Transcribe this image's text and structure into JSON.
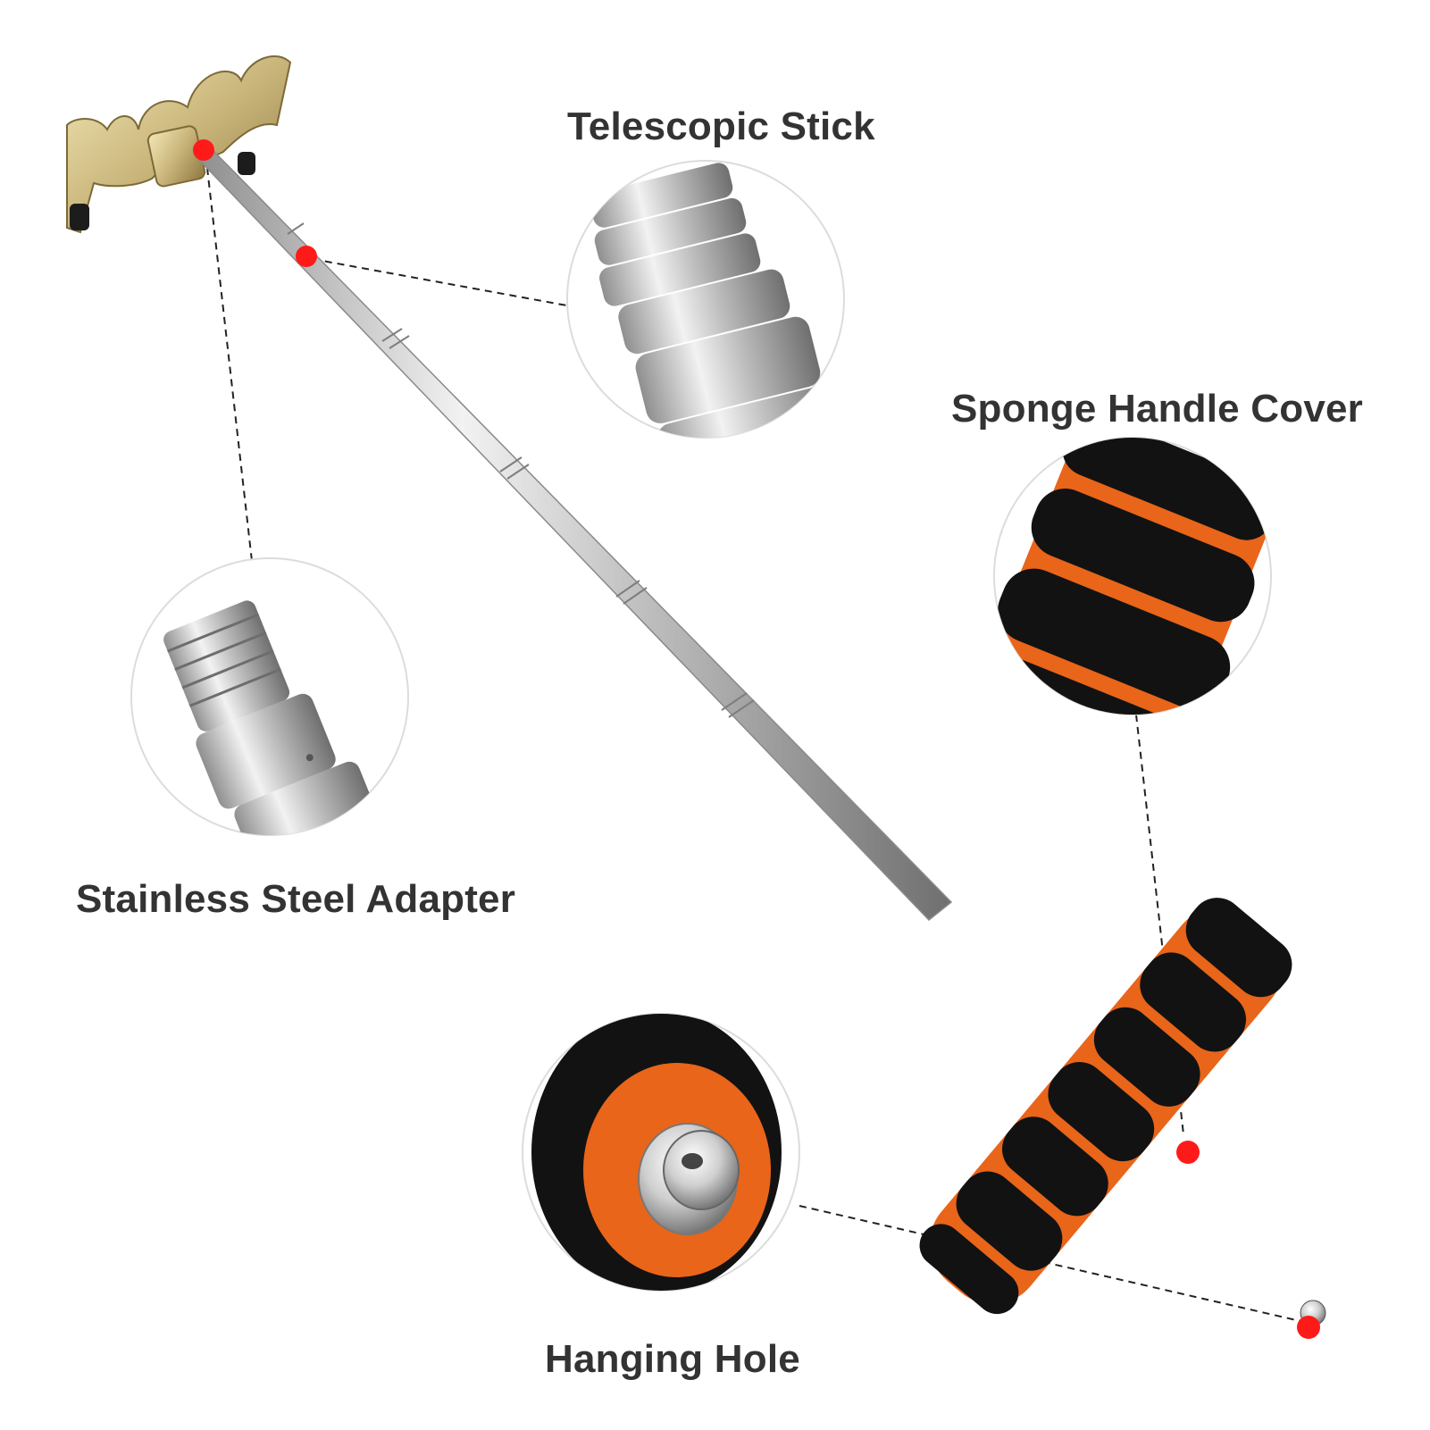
{
  "labels": {
    "telescopic_stick": "Telescopic Stick",
    "sponge_handle_cover": "Sponge Handle Cover",
    "stainless_steel_adapter": "Stainless Steel Adapter",
    "hanging_hole": "Hanging Hole"
  },
  "colors": {
    "background": "#ffffff",
    "label_text": "#333333",
    "callout_dot": "#ff1a1a",
    "foam_black": "#111111",
    "foam_orange": "#e8651a",
    "bridge_brass": "#c9b57a",
    "steel": "#c8c8c8"
  }
}
